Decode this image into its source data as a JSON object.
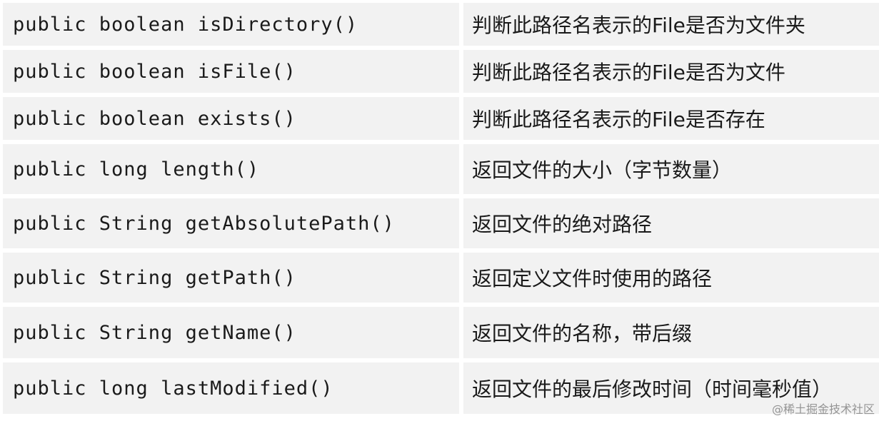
{
  "rows": [
    {
      "method": "public boolean isDirectory()",
      "description": "判断此路径名表示的File是否为文件夹"
    },
    {
      "method": "public boolean isFile()",
      "description": "判断此路径名表示的File是否为文件"
    },
    {
      "method": "public boolean exists()",
      "description": "判断此路径名表示的File是否存在"
    },
    {
      "method": "public long length()",
      "description": "返回文件的大小（字节数量）"
    },
    {
      "method": "public String getAbsolutePath()",
      "description": "返回文件的绝对路径"
    },
    {
      "method": "public String getPath()",
      "description": "返回定义文件时使用的路径"
    },
    {
      "method": "public String getName()",
      "description": "返回文件的名称，带后缀"
    },
    {
      "method": "public long lastModified()",
      "description": "返回文件的最后修改时间（时间毫秒值）"
    }
  ],
  "watermark": "@稀土掘金技术社区"
}
